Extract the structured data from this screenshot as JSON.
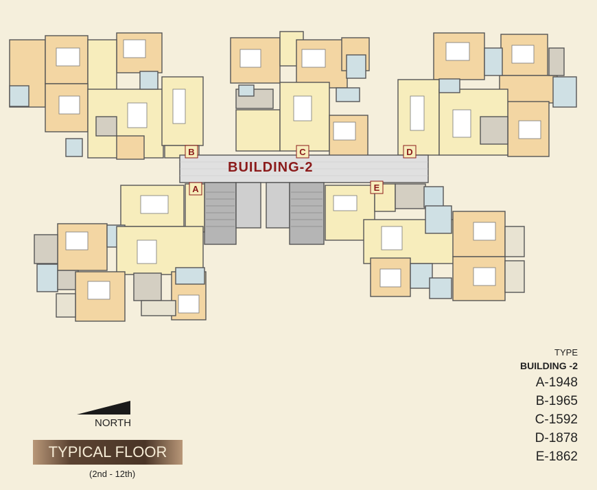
{
  "building_title": "BUILDING-2",
  "type_panel": {
    "heading": "TYPE",
    "building": "BUILDING -2",
    "units": [
      "A-1948",
      "B-1965",
      "C-1592",
      "D-1878",
      "E-1862"
    ]
  },
  "north_label": "NORTH",
  "floor_title": "TYPICAL FLOOR",
  "floor_range": "(2nd - 12th)",
  "unit_letters": [
    "A",
    "B",
    "C",
    "D",
    "E"
  ],
  "colors": {
    "accent": "#8b1a1a",
    "room_fill": "#f3d6a3",
    "living_fill": "#f7edbc",
    "wall": "#5a5a5a"
  }
}
